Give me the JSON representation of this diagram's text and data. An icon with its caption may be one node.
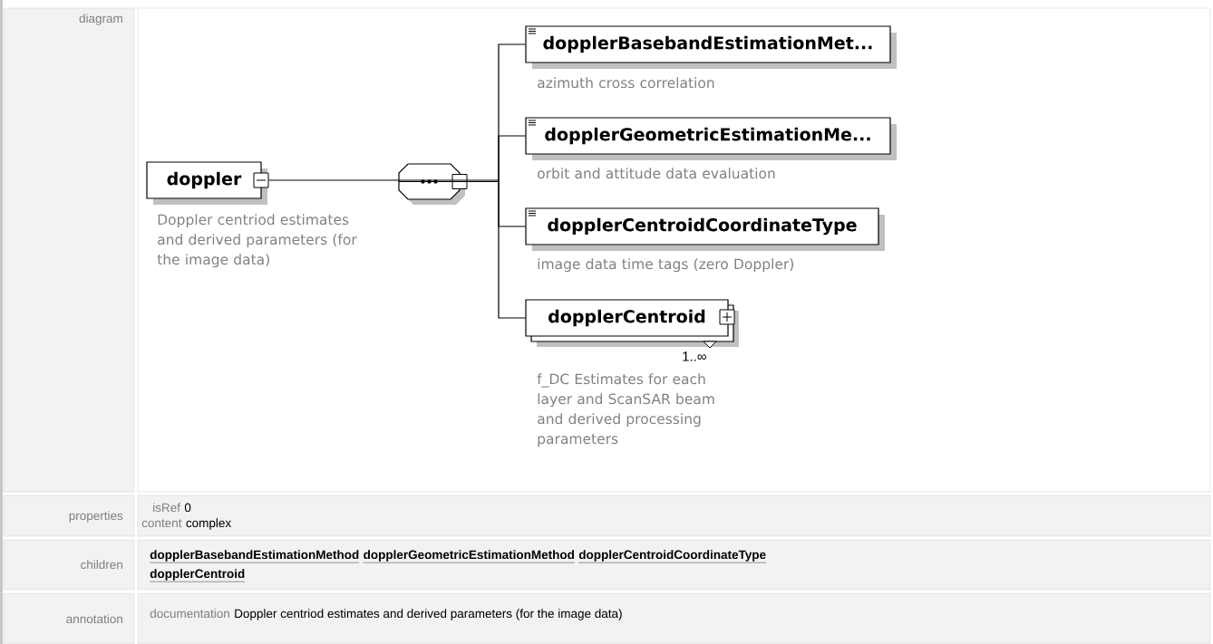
{
  "diagram": {
    "nodes": [
      {
        "text": [
          "doppler"
        ],
        "beside": [
          "Doppler centriod estimates and derived parameters (for the image data)"
        ]
      },
      {
        "text": [],
        "shape": "octagon"
      },
      {
        "text": [
          "dopplerBasebandEstimationMet..."
        ],
        "beside": [
          "azimuth cross correlation"
        ]
      },
      {
        "text": [
          "dopplerGeometricEstimationMe..."
        ],
        "beside": [
          "orbit and attitude data evaluation"
        ]
      },
      {
        "text": [
          "dopplerCentroidCoordinateType"
        ],
        "beside": [
          "image data time tags (zero Doppler)"
        ]
      },
      {
        "text": [
          "dopplerCentroid"
        ],
        "beside": [
          "1..∞",
          "f_DC Estimates for each layer and ScanSAR beam and derived processing parameters"
        ]
      }
    ],
    "edges": [
      {
        "from": 0,
        "to": 1,
        "arrow": "none"
      },
      {
        "from": 1,
        "to": 2,
        "arrow": "none"
      },
      {
        "from": 1,
        "to": 3,
        "arrow": "none"
      },
      {
        "from": 1,
        "to": 4,
        "arrow": "none"
      },
      {
        "from": 1,
        "to": 5,
        "arrow": "none"
      }
    ],
    "labels": [
      "diagram",
      "properties",
      "isRef",
      "0",
      "content",
      "complex",
      "children",
      "dopplerBasebandEstimationMethod",
      "dopplerGeometricEstimationMethod",
      "dopplerCentroidCoordinateType",
      "dopplerCentroid",
      "annotation",
      "documentation",
      "Doppler centriod estimates and derived parameters (for the image data)"
    ]
  }
}
